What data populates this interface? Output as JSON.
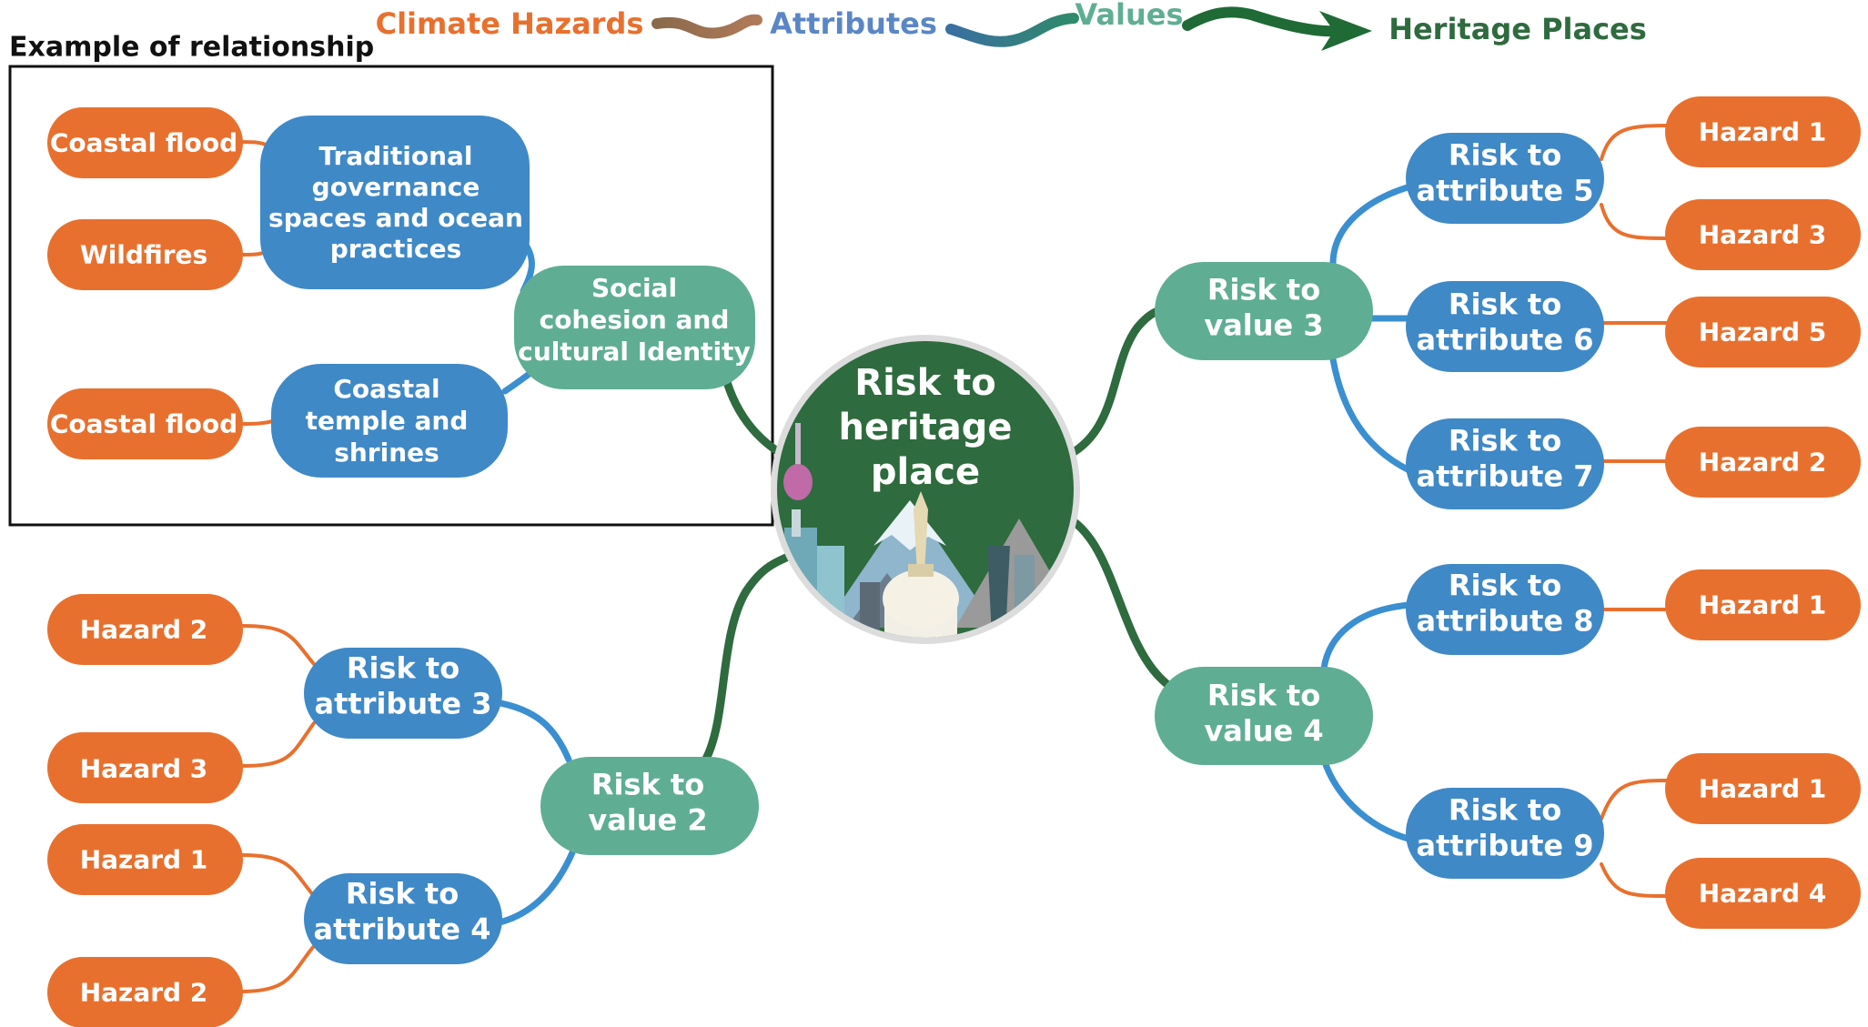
{
  "colors": {
    "hazard": "#E8702E",
    "attribute": "#3F89C7",
    "value": "#5FAE93",
    "heritage": "#2E6B3E",
    "legend_hazard": "#E8702E",
    "legend_attribute": "#5A86C5",
    "legend_value": "#5FAE93",
    "legend_heritage": "#2E6B3E",
    "link_hazard": "#E8702E",
    "link_attribute": "#3A8FD0",
    "link_value": "#2E6B3E"
  },
  "legend": {
    "hazards": "Climate Hazards",
    "attributes": "Attributes",
    "values": "Values",
    "heritage": "Heritage Places"
  },
  "example": {
    "title": "Example of relationship",
    "hazard_a": "Coastal flood",
    "hazard_b": "Wildfires",
    "hazard_c": "Coastal flood",
    "attribute_a": [
      "Traditional",
      "governance",
      "spaces and ocean",
      "practices"
    ],
    "attribute_b": [
      "Coastal",
      "temple and",
      "shrines"
    ],
    "value": [
      "Social",
      "cohesion and",
      "cultural Identity"
    ]
  },
  "center": {
    "label": [
      "Risk to",
      "heritage",
      "place"
    ]
  },
  "values": {
    "v2": [
      "Risk to",
      "value 2"
    ],
    "v3": [
      "Risk to",
      "value 3"
    ],
    "v4": [
      "Risk to",
      "value 4"
    ]
  },
  "attributes": {
    "a3": [
      "Risk to",
      "attribute 3"
    ],
    "a4": [
      "Risk to",
      "attribute 4"
    ],
    "a5": [
      "Risk to",
      "attribute 5"
    ],
    "a6": [
      "Risk to",
      "attribute 6"
    ],
    "a7": [
      "Risk to",
      "attribute 7"
    ],
    "a8": [
      "Risk to",
      "attribute 8"
    ],
    "a9": [
      "Risk to",
      "attribute 9"
    ]
  },
  "hazards": {
    "a3_top": "Hazard 2",
    "a3_bottom": "Hazard 3",
    "a4_top": "Hazard 1",
    "a4_bottom": "Hazard 2",
    "a5_top": "Hazard 1",
    "a5_bottom": "Hazard 3",
    "a6": "Hazard 5",
    "a7": "Hazard 2",
    "a8": "Hazard 1",
    "a9_top": "Hazard 1",
    "a9_bottom": "Hazard 4"
  }
}
